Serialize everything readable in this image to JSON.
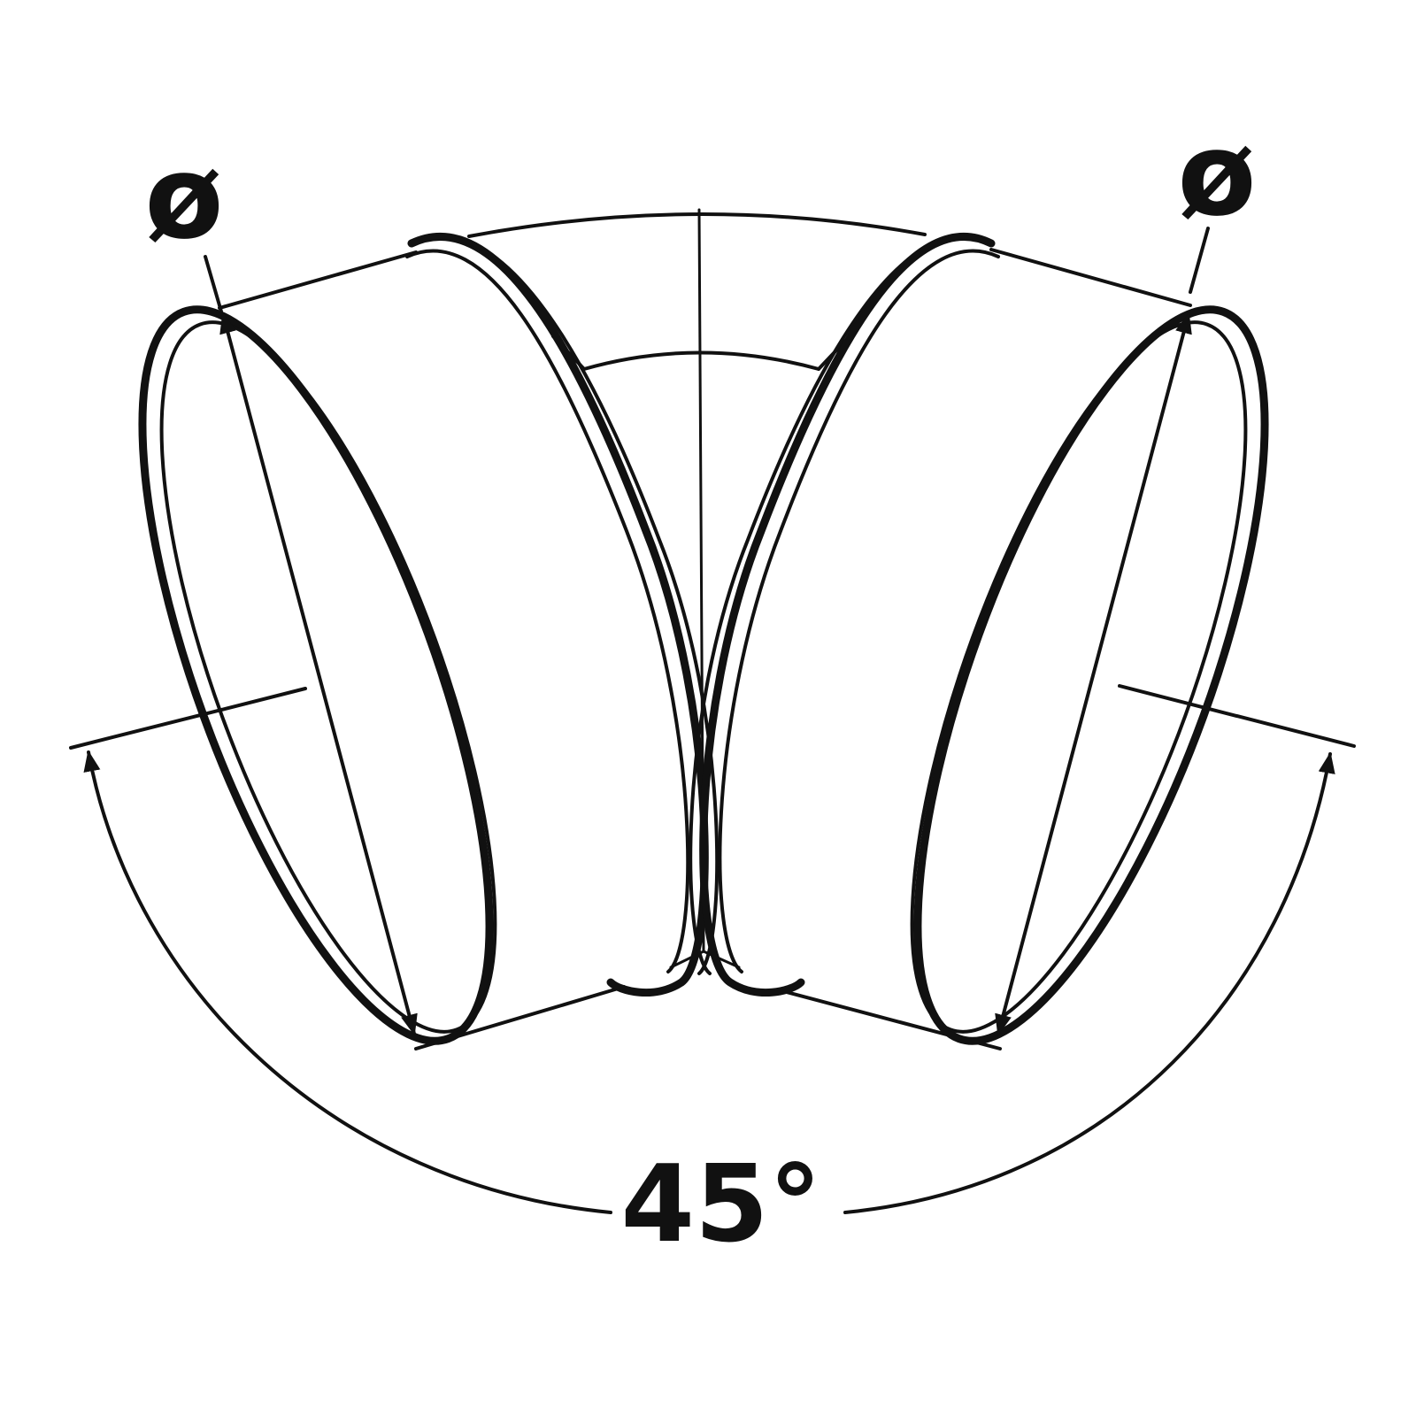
{
  "diagram": {
    "left_symbol": "ø",
    "right_symbol": "ø",
    "angle_label": "45°",
    "colors": {
      "stroke": "#111111",
      "background": "#ffffff"
    }
  }
}
